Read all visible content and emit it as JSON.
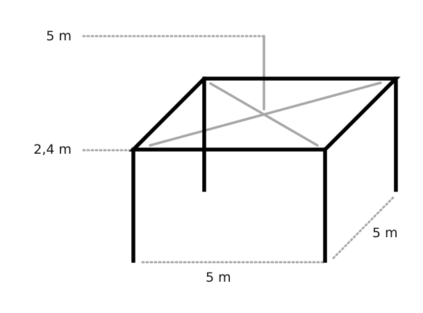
{
  "labels": {
    "total_height": "5 m",
    "eave_height": "2,4 m",
    "width": "5 m",
    "depth": "5 m"
  },
  "colors": {
    "frame": "#000000",
    "roof_lines": "#a6a6a6",
    "dimension_lines": "#a6a6a6",
    "text": "#111111"
  }
}
